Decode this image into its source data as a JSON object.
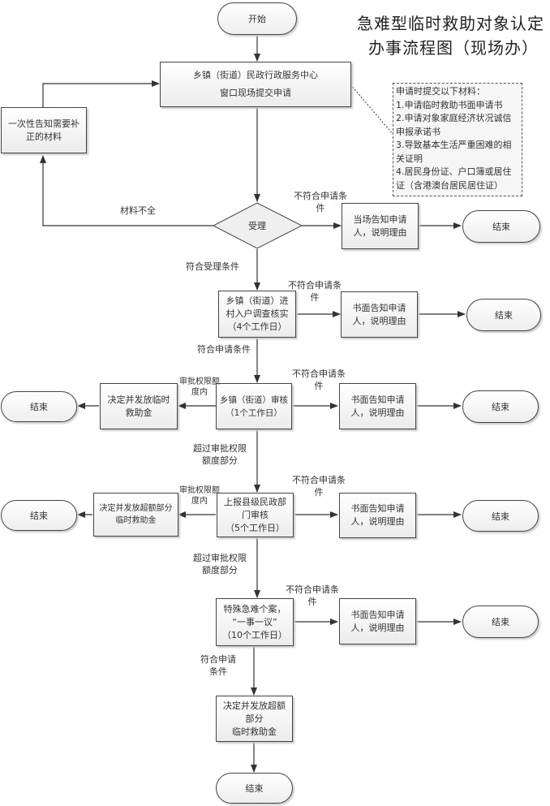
{
  "title": {
    "line1": "急难型临时救助对象认定",
    "line2": "办事流程图（现场办）"
  },
  "nodes": {
    "start": "开始",
    "apply_center": {
      "line1": "乡镇（街道）民政行政服务中心",
      "line2": "窗口现场提交申请"
    },
    "notify_supplement": "一次性告知需要补正的材料",
    "accept": "受理",
    "onsite_notify": "当场告知申请人，说明理由",
    "end": "结束",
    "investigate": {
      "line1": "乡镇（街道）进",
      "line2": "村入户调查核实",
      "line3": "（4个工作日）"
    },
    "written_notify": "书面告知申请人，说明理由",
    "township_review": {
      "line1": "乡镇（街道）审核",
      "line2": "（1个工作日）"
    },
    "decide_grant": "决定并发放临时救助金",
    "county_review": {
      "line1": "上报县级民政部",
      "line2": "门审核",
      "line3": "（5个工作日）"
    },
    "decide_excess": {
      "line1": "决定并发放超额部分",
      "line2": "临时救助金"
    },
    "special_case": {
      "line1": "特殊急难个案，",
      "line2": "“一事一议”",
      "line3": "（10个工作日）"
    },
    "final_decide": {
      "line1": "决定并发放超额",
      "line2": "部分",
      "line3": "临时救助金"
    }
  },
  "note": {
    "heading": "申请时提交以下材料：",
    "items": [
      "1.申请临时救助书面申请书",
      "2.申请对象家庭经济状况诚信申报承诺书",
      "3.导致基本生活严重困难的相关证明",
      "4.居民身份证、户口簿或居住证（含港澳台居民居住证）"
    ]
  },
  "edge_labels": {
    "incomplete": "材料不全",
    "not_eligible": "不符合申请条件",
    "meets_acceptance": "符合受理条件",
    "meets_application": "符合申请条件",
    "within_limit": "审批权限额度内",
    "exceeds_limit": "超过审批权限额度部分"
  }
}
